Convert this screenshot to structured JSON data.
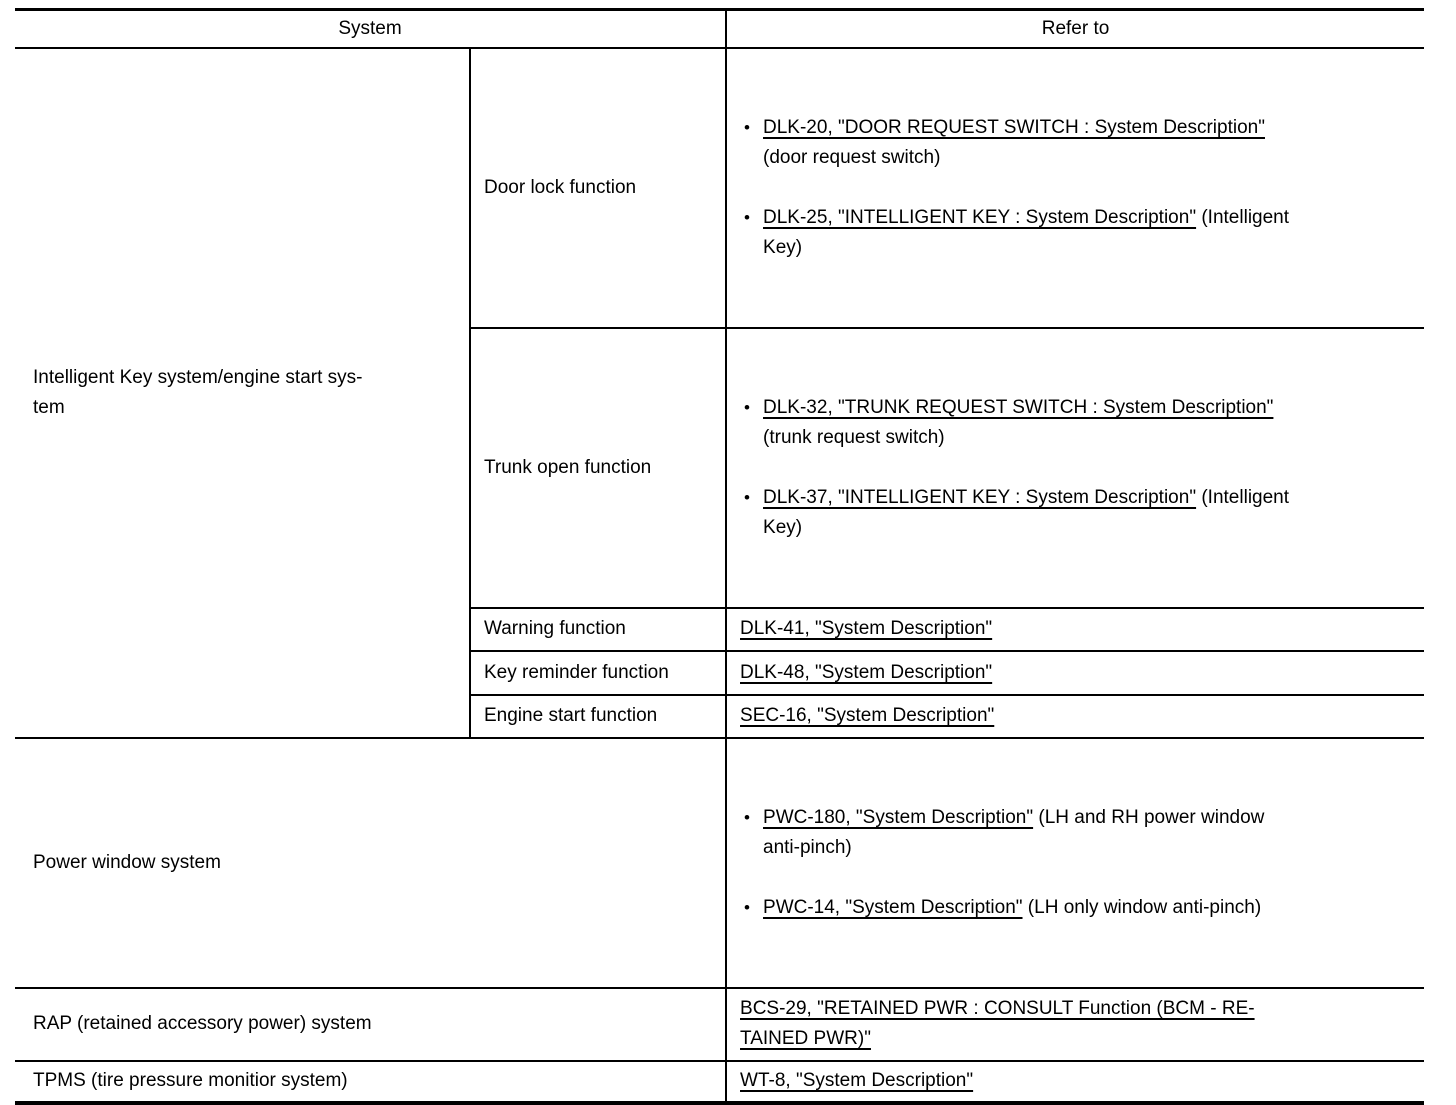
{
  "glyphs": {
    "bullet": "•"
  },
  "header": {
    "system": "System",
    "refer_to": "Refer to"
  },
  "rows": {
    "intelligent_key": {
      "system": "Intelligent Key system/engine start sys-\ntem",
      "door_lock": {
        "label": "Door lock function",
        "items": [
          {
            "link": "DLK-20, \"DOOR REQUEST SWITCH : System Description\"",
            "suffix": "\n(door request switch)"
          },
          {
            "link": "DLK-25, \"INTELLIGENT KEY : System Description\"",
            "suffix": " (Intelligent\nKey)"
          }
        ]
      },
      "trunk_open": {
        "label": "Trunk open function",
        "items": [
          {
            "link": "DLK-32, \"TRUNK REQUEST SWITCH : System Description\"",
            "suffix": "\n(trunk request switch)"
          },
          {
            "link": "DLK-37, \"INTELLIGENT KEY : System Description\"",
            "suffix": " (Intelligent\nKey)"
          }
        ]
      },
      "warning": {
        "label": "Warning function",
        "link": "DLK-41, \"System Description\""
      },
      "key_reminder": {
        "label": "Key reminder function",
        "link": "DLK-48, \"System Description\""
      },
      "engine_start": {
        "label": "Engine start function",
        "link": "SEC-16, \"System Description\""
      }
    },
    "power_window": {
      "system": "Power window system",
      "items": [
        {
          "link": "PWC-180, \"System Description\"",
          "suffix": " (LH and RH power window\nanti-pinch)"
        },
        {
          "link": "PWC-14, \"System Description\"",
          "suffix": " (LH only window anti-pinch)"
        }
      ]
    },
    "rap": {
      "system": "RAP (retained accessory power) system",
      "link": "BCS-29, \"RETAINED PWR : CONSULT Function (BCM - RE-\nTAINED PWR)\""
    },
    "tpms": {
      "system": "TPMS (tire pressure monitior system)",
      "link": "WT-8, \"System Description\""
    }
  }
}
